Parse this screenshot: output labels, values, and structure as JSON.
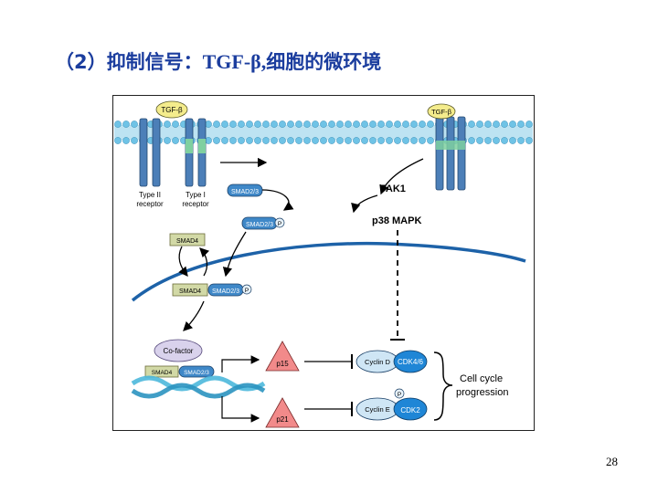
{
  "slide": {
    "title_num": "（2）",
    "title_cn": "抑制信号：",
    "title_latin": "TGF-β,",
    "title_tail": "细胞的微环境",
    "page_number": "28"
  },
  "diagram": {
    "ligand_left": "TGF-β",
    "ligand_right": "TGF-β",
    "receptor_type2": [
      "Type II",
      "receptor"
    ],
    "receptor_type1": [
      "Type I",
      "receptor"
    ],
    "smad23": "SMAD2/3",
    "smad23_p": "SMAD2/3",
    "p_mark": "P",
    "smad4": "SMAD4",
    "complex_smad4": "SMAD4",
    "complex_smad23": "SMAD2/3",
    "cofactor": "Co-factor",
    "dna_smad4": "SMAD4",
    "dna_smad23": "SMAD2/3",
    "tak1": "TAK1",
    "p38": "p38 MAPK",
    "p15": "p15",
    "p21": "p21",
    "cyclin_d": "Cyclin D",
    "cdk46": "CDK4/6",
    "cyclin_e": "Cyclin E",
    "cdk2": "CDK2",
    "cell_cycle": [
      "Cell cycle",
      "progression"
    ]
  },
  "colors": {
    "title": "#1b3d9e",
    "membrane": "#bde3f2",
    "membrane_head": "#6fc3e6",
    "nuclear": "#1d62a8",
    "receptor": "#4c7fb8",
    "smad23_fill": "#3f88c8",
    "smad4_fill": "#d2d9a6",
    "ligand": "#f4ec8c",
    "p_fill": "#e7f2fa",
    "dna": "#4db8dc",
    "p15_fill": "#f28a8a",
    "cdk_fill": "#1f86d6",
    "cyclin_fill": "#cfe6f5"
  }
}
